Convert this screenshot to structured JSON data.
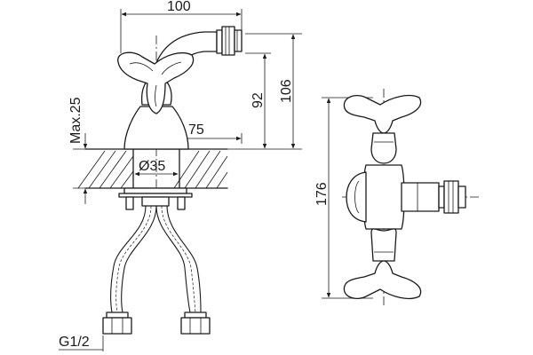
{
  "dimensions": {
    "width_total": "100",
    "spout_reach": "75",
    "height_outlet": "92",
    "height_total": "106",
    "deck_thickness": "Max.25",
    "hole_diameter": "Ø35",
    "connection_thread": "G1/2",
    "handle_span": "176"
  }
}
